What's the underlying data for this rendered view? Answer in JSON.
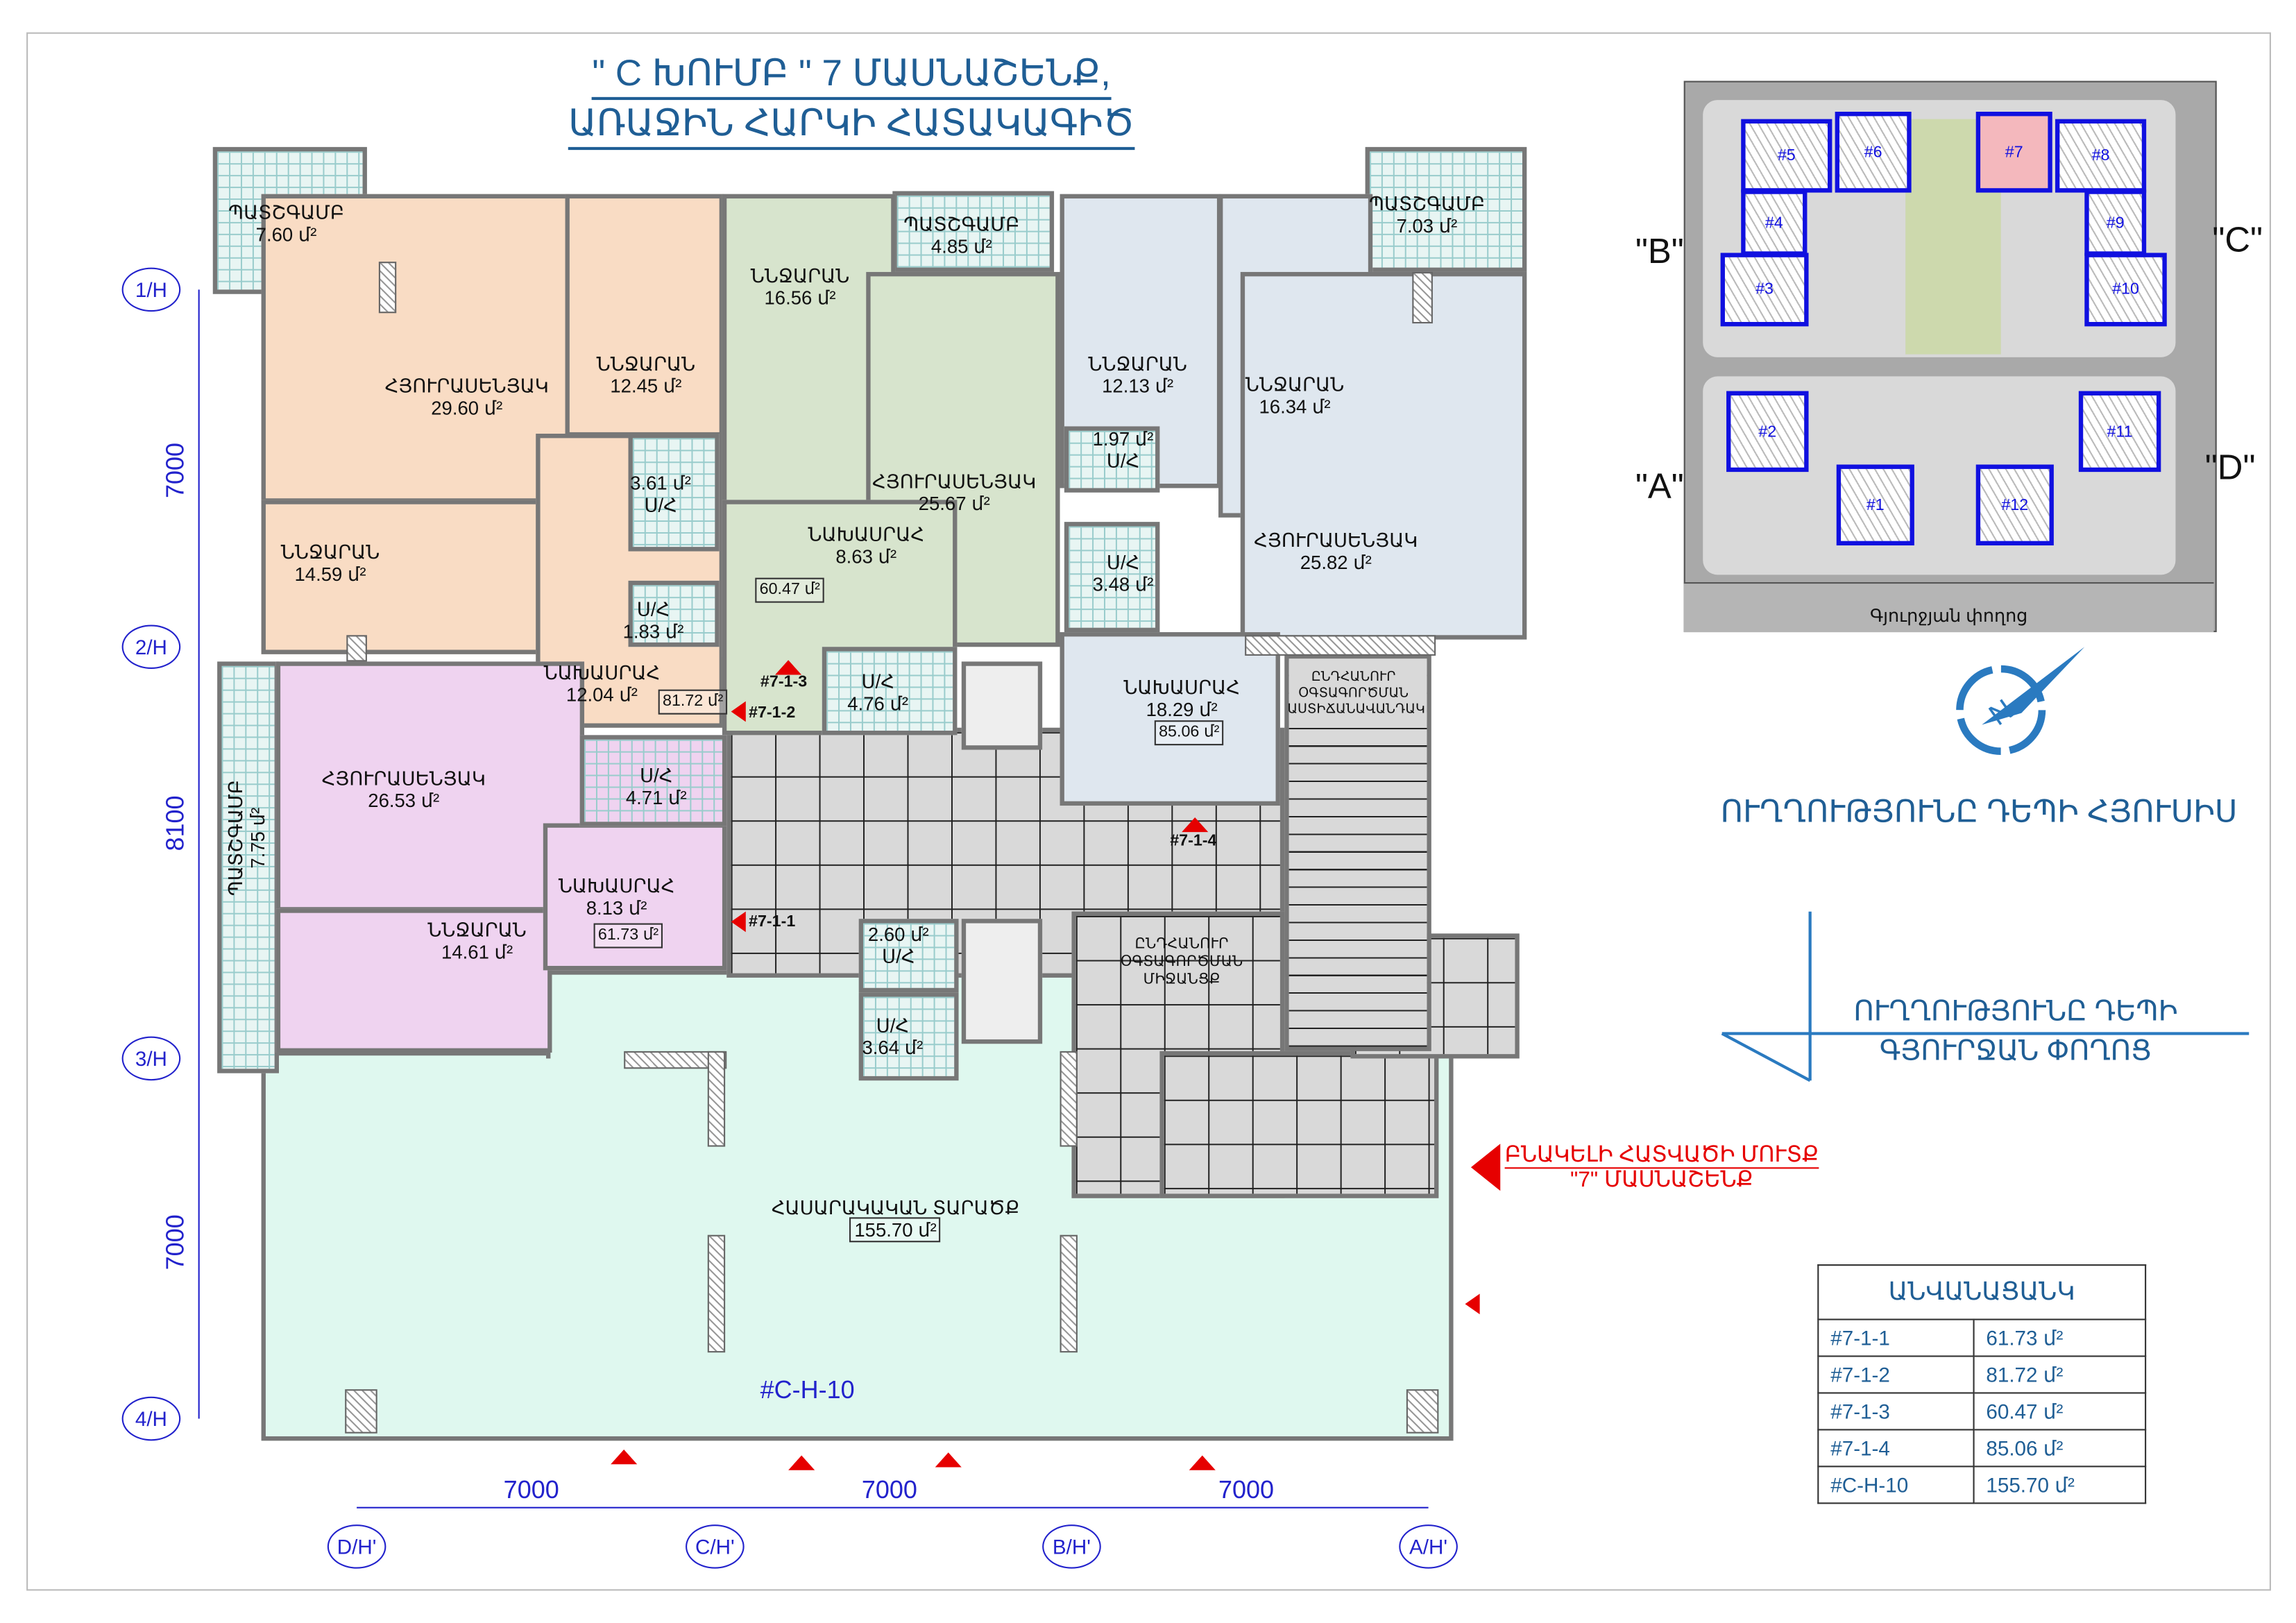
{
  "title": {
    "line1": "\" C ԽՈՒՄԲ \" 7 ՄԱՍՆԱՇԵՆՔ,",
    "line2": "ԱՌԱՋԻՆ ՀԱՐԿԻ ՀԱՏԱԿԱԳԻԾ"
  },
  "unit": "մ²",
  "colors": {
    "apt_7_1_2": "#f9dcc4",
    "apt_7_1_1": "#efd3f0",
    "apt_7_1_3": "#d7e4cd",
    "apt_7_1_4": "#dfe7ef",
    "public": "#dff8ef",
    "common": "#d9d9d9",
    "balcony": "#d5efec",
    "accent": "#1f5e95",
    "entrance": "#e60000",
    "axis": "#2222cc"
  },
  "rooms": {
    "r1": {
      "name": "ՊԱՏՇԳԱՄԲ",
      "area": "7.60 մ²"
    },
    "r2": {
      "name": "ՀՅՈՒՐԱՍԵՆՅԱԿ",
      "area": "29.60 մ²"
    },
    "r3": {
      "name": "ՆՆՋԱՐԱՆ",
      "area": "12.45 մ²"
    },
    "r4": {
      "name": "Ս/Հ",
      "area": "3.61 մ²"
    },
    "r5": {
      "name": "ՆՆՋԱՐԱՆ",
      "area": "14.59 մ²"
    },
    "r6": {
      "name": "Ս/Հ",
      "area": "1.83 մ²"
    },
    "r7": {
      "name": "ՆԱԽԱՍՐԱՀ",
      "area": "12.04 մ²"
    },
    "r8": {
      "name": "ՊԱՏՇԳԱՄԲ",
      "area": "4.85 մ²"
    },
    "r9": {
      "name": "ՆՆՋԱՐԱՆ",
      "area": "16.56 մ²"
    },
    "r10": {
      "name": "ՀՅՈՒՐԱՍԵՆՅԱԿ",
      "area": "25.67 մ²"
    },
    "r11": {
      "name": "ՆԱԽԱՍՐԱՀ",
      "area": "8.63 մ²"
    },
    "r12": {
      "name": "Ս/Հ",
      "area": "4.76 մ²"
    },
    "r13": {
      "name": "ՆՆՋԱՐԱՆ",
      "area": "12.13 մ²"
    },
    "r14": {
      "name": "Ս/Հ",
      "area": "1.97 մ²"
    },
    "r15": {
      "name": "Ս/Հ",
      "area": "3.48 մ²"
    },
    "r16": {
      "name": "ՆՆՋԱՐԱՆ",
      "area": "16.34 մ²"
    },
    "r17": {
      "name": "ՊԱՏՇԳԱՄԲ",
      "area": "7.03 մ²"
    },
    "r18": {
      "name": "ՀՅՈՒՐԱՍԵՆՅԱԿ",
      "area": "25.82 մ²"
    },
    "r19": {
      "name": "ՆԱԽԱՍՐԱՀ",
      "area": "18.29 մ²"
    },
    "r20": {
      "name": "ՀՅՈՒՐԱՍԵՆՅԱԿ",
      "area": "26.53 մ²"
    },
    "r21": {
      "name": "Ս/Հ",
      "area": "4.71 մ²"
    },
    "r22": {
      "name": "ՆԱԽԱՍՐԱՀ",
      "area": "8.13 մ²"
    },
    "r23": {
      "name": "ՆՆՋԱՐԱՆ",
      "area": "14.61 մ²"
    },
    "r24": {
      "name": "ՊԱՏՇԳԱՄԲ",
      "area": "7.75 մ²"
    },
    "r25": {
      "name": "Ս/Հ",
      "area": "2.60 մ²"
    },
    "r26": {
      "name": "Ս/Հ",
      "area": "3.64 մ²"
    },
    "r27": {
      "name": "ՀԱՍԱՐԱԿԱԿԱՆ ՏԱՐԱԾՔ",
      "area": "155.70 մ²"
    }
  },
  "apt_totals": {
    "a712": "81.72 մ²",
    "a713": "60.47 մ²",
    "a714": "85.06 մ²",
    "a711": "61.73 մ²"
  },
  "common": {
    "stair": "ԸՆԴՀԱՆՈՒՐ ՕԳՏԱԳՈՐԾՄԱՆ ԱՍՏԻՃԱՆԱՎԱՆԴԱԿ",
    "corridor": "ԸՆԴՀԱՆՈՒՐ ՕԳՏԱԳՈՐԾՄԱՆ ՄԻՋԱՆՑՔ"
  },
  "markers": {
    "m713": "#7-1-3",
    "m712": "#7-1-2",
    "m714": "#7-1-4",
    "m711": "#7-1-1",
    "public_id": "#C-H-10"
  },
  "entrance": {
    "line1": "ԲՆԱԿԵԼԻ ՀԱՏՎԱԾԻ ՄՈՒՏՔ",
    "line2": "\"7\" ՄԱՍՆԱՇԵՆՔ"
  },
  "axes": {
    "rows": [
      "1/Н",
      "2/Н",
      "3/Н",
      "4/Н"
    ],
    "cols": [
      "D/Н'",
      "C/Н'",
      "B/Н'",
      "A/Н'"
    ],
    "row_dims": [
      "7000",
      "8100",
      "7000"
    ],
    "col_dims": [
      "7000",
      "7000",
      "7000"
    ]
  },
  "site": {
    "quadrants": {
      "a": "\"A\"",
      "b": "\"B\"",
      "c": "\"C\"",
      "d": "\"D\""
    },
    "buildings": [
      "#1",
      "#2",
      "#3",
      "#4",
      "#5",
      "#6",
      "#7",
      "#8",
      "#9",
      "#10",
      "#11",
      "#12"
    ],
    "selected": "#7",
    "street": "Գյուրջյան փողոց"
  },
  "orientation": {
    "north": "ՈՒՂՂՈՒԹՅՈՒՆԸ ԴԵՊԻ ՀՅՈՒՍԻՍ",
    "street_line1": "ՈՒՂՂՈՒԹՅՈՒՆԸ ԴԵՊԻ",
    "street_line2": "ԳՅՈՒՐՋԱՆ ՓՈՂՈՑ"
  },
  "legend": {
    "title": "ԱՆՎԱՆԱՑԱՆԿ",
    "rows": [
      {
        "id": "#7-1-1",
        "area": "61.73 մ²"
      },
      {
        "id": "#7-1-2",
        "area": "81.72 մ²"
      },
      {
        "id": "#7-1-3",
        "area": "60.47 մ²"
      },
      {
        "id": "#7-1-4",
        "area": "85.06 մ²"
      },
      {
        "id": "#C-H-10",
        "area": "155.70 մ²"
      }
    ]
  }
}
